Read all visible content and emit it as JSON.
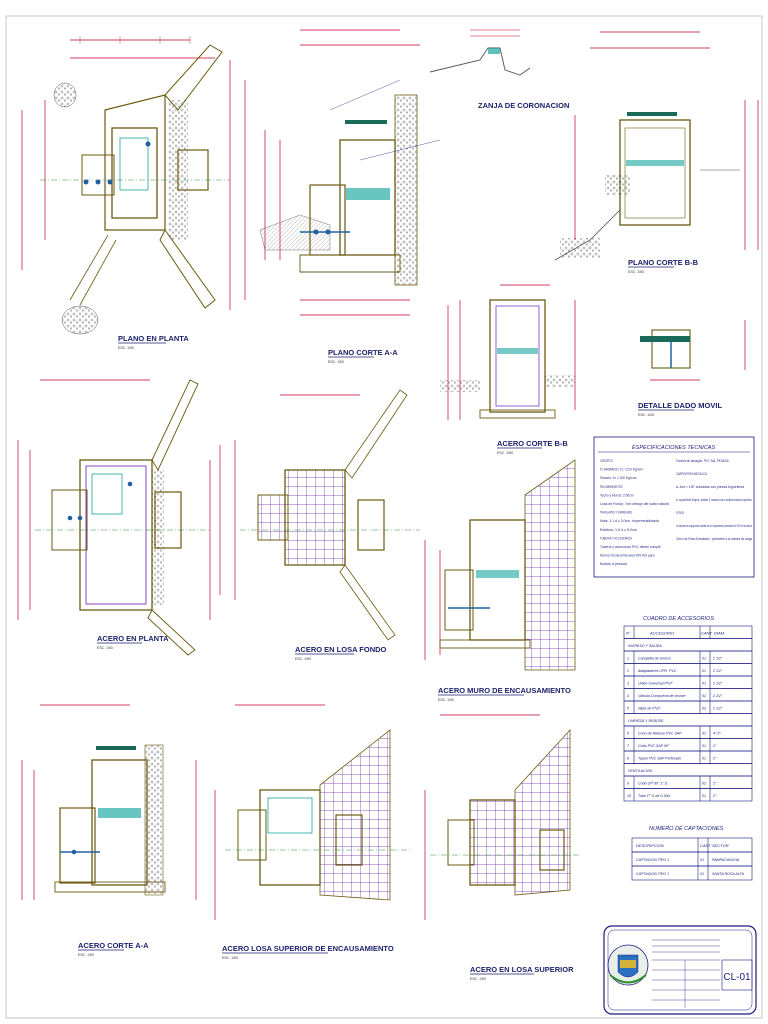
{
  "views": {
    "plano_planta": {
      "title": "PLANO EN PLANTA",
      "scale": "ESC. 1/50"
    },
    "plano_corte_aa": {
      "title": "PLANO CORTE A-A",
      "scale": "ESC. 1/50"
    },
    "zanja": {
      "title": "ZANJA DE CORONACION"
    },
    "plano_corte_bb": {
      "title": "PLANO CORTE B-B",
      "scale": "ESC. 1/50"
    },
    "acero_corte_bb": {
      "title": "ACERO CORTE B-B",
      "scale": "ESC. 1/50"
    },
    "detalle_dado": {
      "title": "DETALLE DADO MOVIL",
      "scale": "ESC. 1/25"
    },
    "acero_planta": {
      "title": "ACERO EN PLANTA",
      "scale": "ESC. 1/50"
    },
    "acero_losa_fondo": {
      "title": "ACERO EN LOSA FONDO",
      "scale": "ESC. 1/50"
    },
    "acero_muro": {
      "title": "ACERO MURO DE ENCAUSAMIENTO",
      "scale": "ESC. 1/50"
    },
    "acero_corte_aa": {
      "title": "ACERO CORTE A-A",
      "scale": "ESC. 1/50"
    },
    "acero_losa_sup_enc": {
      "title": "ACERO LOSA SUPERIOR DE ENCAUSAMIENTO",
      "scale": "ESC. 1/50"
    },
    "acero_losa_superior": {
      "title": "ACERO EN LOSA SUPERIOR",
      "scale": "ESC. 1/50"
    }
  },
  "specs": {
    "title": "ESPECIFICACIONES TECNICAS",
    "left": [
      "CONCRETO",
      "f'c ARMADO: f'c =210 Kg/cm²",
      "Solado: f'c =100 Kg/cm²",
      "RECUBRIMIENTOS",
      "Techo y Muros: 2.50cm",
      "Losa de Fondo: 7cm debajo del suelo natural",
      "TRASLAPES Y EMPALMES",
      "Nota: 1.1 d ≤ 3.0cm, Impermeabilizado",
      "Estribos: 1.6 d ≤ 5.0cm",
      "TUBERIA Y ACCESORIOS",
      "Tubería y accesorios PVC deben cumplir",
      "Norma Técnica Peruana 399.002 para",
      "fluidos a presión"
    ],
    "right": [
      "Tubería de desagüe: PVC SAL PESADA",
      "CARPINTERIA METALICA",
      "a. Ant = 1/8\" soldadas con piezas fogueleras",
      "b. superficie limpia, pintar 2 manos con anticorrosivo epóxico",
      "OTROS",
      "La cámara de carga será dotada de un empedrado perimetral de 0.50 m de ancho",
      "Cerco de Palos Enmallado - perimetral a la cámara de carga"
    ]
  },
  "accessories": {
    "title": "CUADRO DE ACCESORIOS",
    "headers": [
      "N°",
      "ACCESORIO",
      "CANT",
      "DIAM."
    ],
    "section_in": "INGRESO Y SALIDA",
    "rows_in": [
      [
        "1",
        "Canastilla de bronce",
        "01",
        "2 1/2\""
      ],
      [
        "2",
        "Adaptadores UPR. PVC",
        "01",
        "2 1/2\""
      ],
      [
        "3",
        "Unión Universal PºGº",
        "01",
        "2 1/2\""
      ],
      [
        "4",
        "Válvula Compuerta de bronce",
        "01",
        "2 1/2\""
      ],
      [
        "5",
        "Niple de PºGº",
        "02",
        "2 1/2\""
      ]
    ],
    "section_lr": "LIMPIEZA Y REBOSE",
    "rows_lr": [
      [
        "6",
        "Cono de Rebose PVC SAP",
        "01",
        "4\"-2\""
      ],
      [
        "7",
        "Codo PVC SAP 90°",
        "01",
        "2\""
      ],
      [
        "8",
        "Tapón PVC SAP Perforado",
        "01",
        "2\""
      ]
    ],
    "section_vent": "VENTILACION",
    "rows_vent": [
      [
        "9",
        "Codo Gºº 90° 1\" D",
        "02",
        "2\""
      ],
      [
        "10",
        "Tubo F° G de 0.30m",
        "01",
        "2\""
      ]
    ]
  },
  "captaciones": {
    "title": "NUMERO DE CAPTACIONES",
    "headers": [
      "DESCRIPCION",
      "CANT",
      "SECTOR"
    ],
    "rows": [
      [
        "CAPTACION TIPO 1",
        "01",
        "PAMPACANCHA"
      ],
      [
        "CAPTACION TIPO 1",
        "01",
        "SANTA ROSA ALTA"
      ]
    ]
  },
  "titleblock": {
    "sheet": "CL-01"
  },
  "colors": {
    "dimension": "#c0002a",
    "structure": "#6b5a10",
    "water": "#19a6a0",
    "rebar": "#6b1fb0",
    "table": "#1a1a80",
    "axis": "#2b8f2b"
  }
}
